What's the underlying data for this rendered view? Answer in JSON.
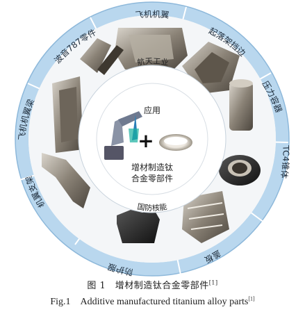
{
  "figure": {
    "ring_labels": [
      {
        "id": "wing",
        "text": "飞机机翼"
      },
      {
        "id": "landing-gear",
        "text": "起落架挡边"
      },
      {
        "id": "pressure-vessel",
        "text": "压力容器"
      },
      {
        "id": "tc4-rib",
        "text": "TC4锥体"
      },
      {
        "id": "cover",
        "text": "盖板"
      },
      {
        "id": "armor",
        "text": "防护服"
      },
      {
        "id": "frame-support",
        "text": "机翼支架"
      },
      {
        "id": "frame-wing",
        "text": "飞机机翼梁"
      },
      {
        "id": "boeing787",
        "text": "波音787零件"
      }
    ],
    "sector_labels": {
      "aerospace": "航天工业",
      "defense": "国防核能"
    },
    "center": {
      "title": "应用",
      "line1": "增材制造钛",
      "line2": "合金零部件",
      "plus": "+"
    },
    "colors": {
      "outer_ring": "#b9d7ee",
      "outer_ring_edge": "#8db8da",
      "divider": "#ffffff",
      "inner_bg": "#ffffff",
      "metal": "#8c8478"
    }
  },
  "caption": {
    "cn_main": "图 1　增材制造钛合金零部件",
    "cn_ref": "[1]",
    "en_main": "Fig.1　Additive manufactured titanium alloy parts",
    "en_ref": "[1]"
  }
}
